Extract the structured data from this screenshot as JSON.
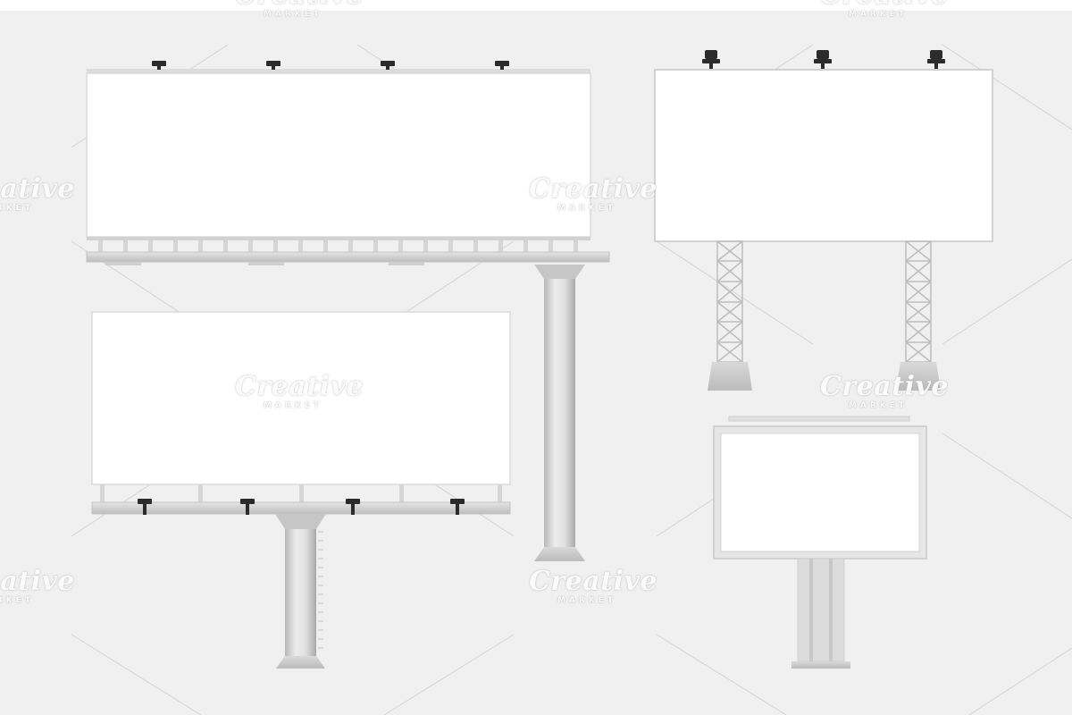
{
  "watermark": {
    "brand": "Creative",
    "sub": "MARKET"
  },
  "colors": {
    "background": "#f0f0f0",
    "panel": "#ffffff",
    "frame": "#d9d9d9",
    "steel": "#c8c8c8",
    "lamp": "#2b2b2b"
  },
  "icons": [
    "spotlight-lamp",
    "lattice-truss",
    "concrete-base",
    "steel-pole"
  ]
}
